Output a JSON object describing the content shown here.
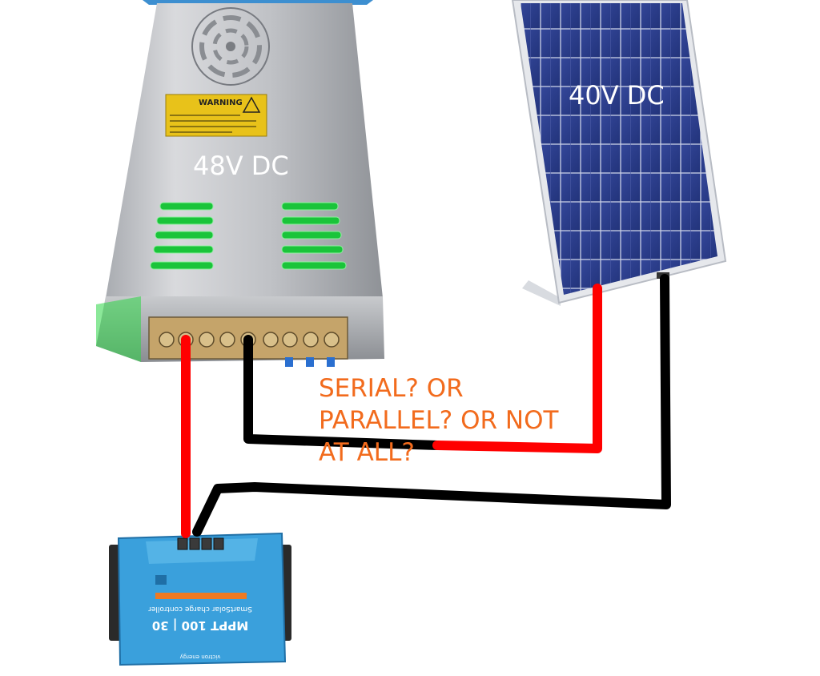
{
  "labels": {
    "psu_voltage": "48V DC",
    "panel_voltage": "40V DC",
    "question_lines": [
      "SERIAL? OR",
      "PARALLEL? OR NOT",
      "AT ALL?"
    ]
  },
  "device_text": {
    "warning": "WARNING",
    "controller_model": "MPPT 100 | 30",
    "controller_subtitle": "SmartSolar charge controller",
    "controller_brand": "victron energy"
  },
  "colors": {
    "positive_wire": "#ff0000",
    "negative_wire": "#000000",
    "question_text": "#f26b1d",
    "psu_led": "#2ee64a",
    "controller_body": "#3aa0dc",
    "panel_cell": "#2b3f86"
  }
}
